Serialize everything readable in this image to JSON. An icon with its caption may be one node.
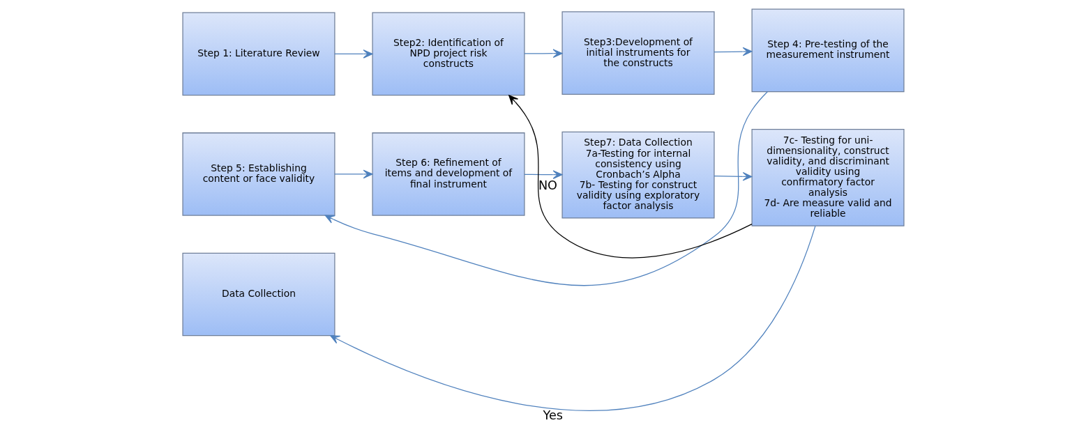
{
  "diagram": {
    "nodes": [
      {
        "text": [
          "Step 1: Literature Review"
        ]
      },
      {
        "text": [
          "Step2: Identification of NPD project risk constructs"
        ]
      },
      {
        "text": [
          "Step3:Development of initial instruments for the constructs"
        ]
      },
      {
        "text": [
          "Step 4: Pre-testing of the measurement instrument"
        ]
      },
      {
        "text": [
          "Step 5: Establishing content or face validity"
        ]
      },
      {
        "text": [
          "Step 6: Refinement of items and development of final instrument"
        ]
      },
      {
        "text": [
          "Step7: Data Collection",
          "7a-Testing for internal consistency using Cronbach’s Alpha",
          "7b- Testing for construct validity using exploratory factor analysis"
        ]
      },
      {
        "text": [
          "7c- Testing for uni-dimensionality, construct validity, and discriminant validity using confirmatory factor analysis",
          "7d- Are measure valid and reliable"
        ]
      },
      {
        "text": [
          "Data Collection"
        ]
      }
    ],
    "edges": [
      {
        "from": 0,
        "to": 1,
        "arrow": "to"
      },
      {
        "from": 1,
        "to": 2,
        "arrow": "to"
      },
      {
        "from": 2,
        "to": 3,
        "arrow": "to"
      },
      {
        "from": 3,
        "to": 4,
        "arrow": "to"
      },
      {
        "from": 4,
        "to": 5,
        "arrow": "to"
      },
      {
        "from": 5,
        "to": 6,
        "arrow": "to"
      },
      {
        "from": 6,
        "to": 7,
        "arrow": "to"
      },
      {
        "from": 7,
        "to": 1,
        "arrow": "to",
        "label": "NO",
        "color": "#000000"
      },
      {
        "from": 7,
        "to": 8,
        "arrow": "to",
        "label": "Yes"
      }
    ]
  }
}
